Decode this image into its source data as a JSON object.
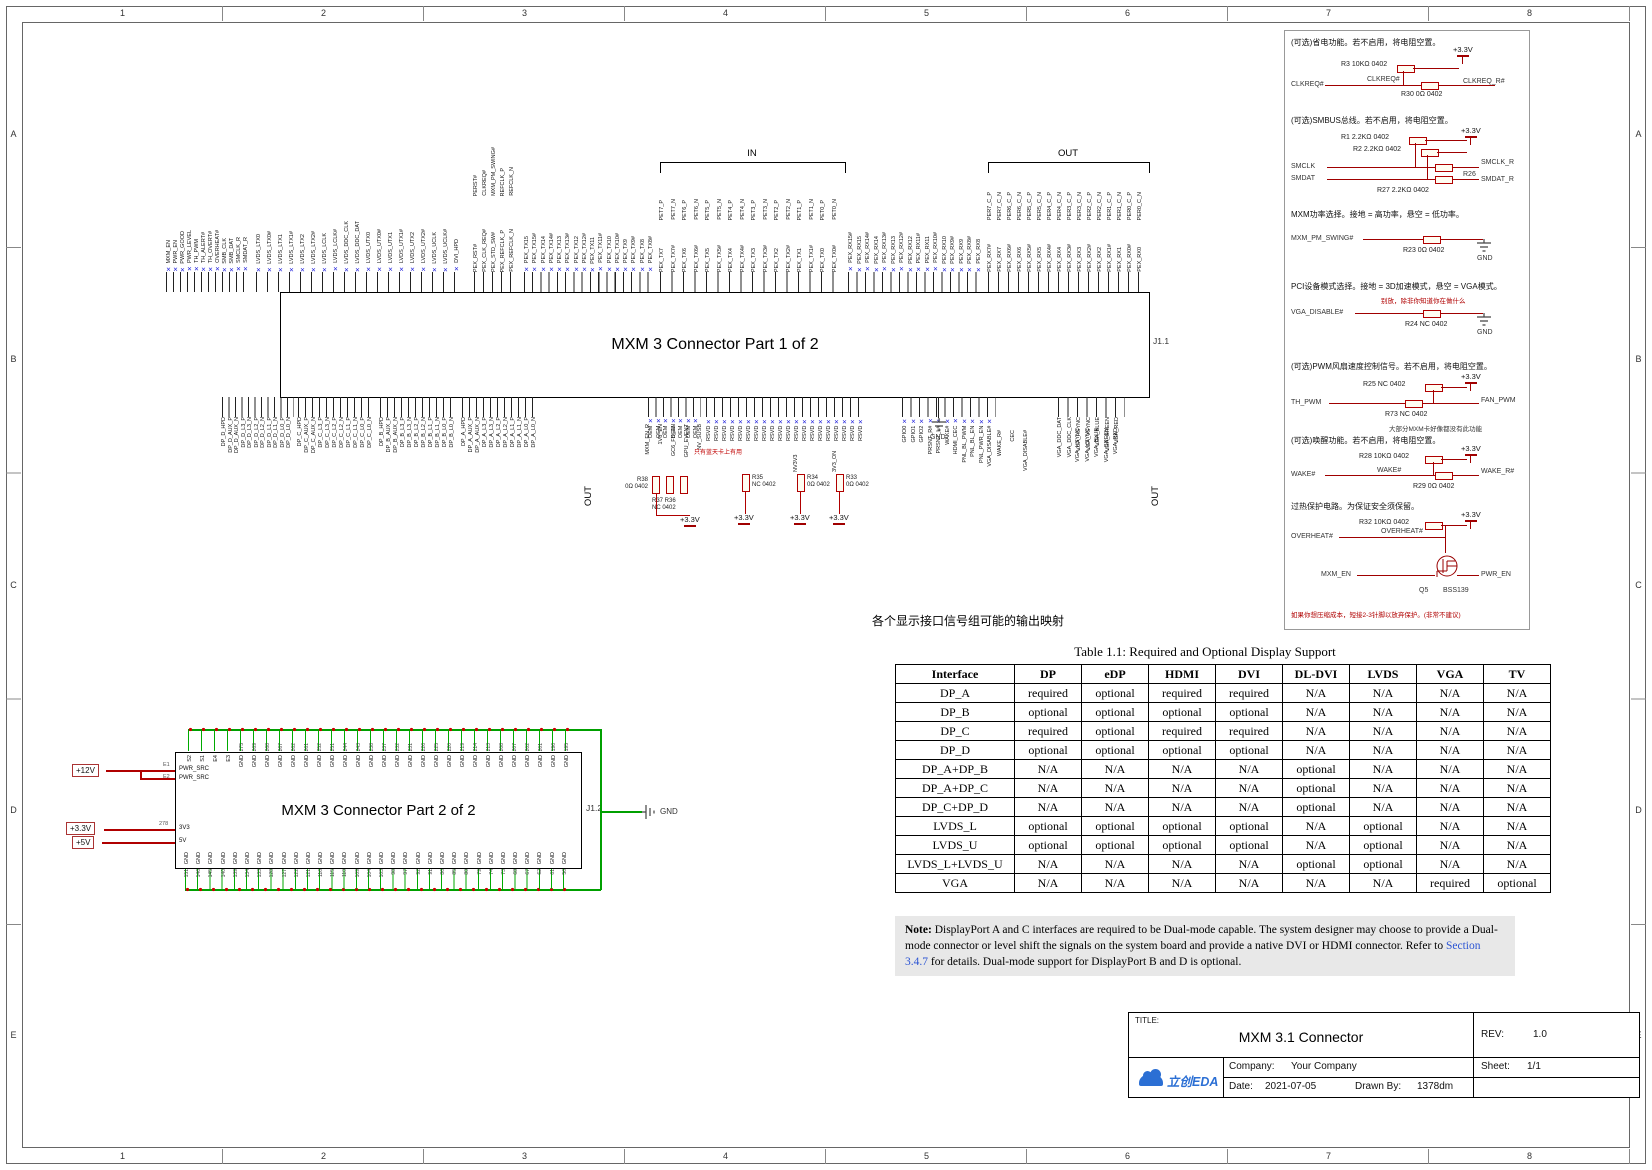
{
  "frame": {
    "cols": [
      "1",
      "2",
      "3",
      "4",
      "5",
      "6",
      "7",
      "8"
    ],
    "rows": [
      "A",
      "B",
      "C",
      "D",
      "E"
    ]
  },
  "connector1": {
    "title": "MXM 3 Connector Part 1 of 2",
    "refdes": "J1.1",
    "side_out_left": "OUT",
    "side_out_right": "OUT",
    "top_groups": [
      {
        "pins": [
          "MXM_EN",
          "PWR_EN",
          "PWR_GOOD",
          "PWR_LEVEL",
          "TH_PWM",
          "TH_ALERT#",
          "TH_OVERT#",
          "OVERHEAT#",
          "SMB_CLK",
          "SMB_DAT",
          "SMCLK_R",
          "SMDAT_R"
        ]
      },
      {
        "pins": [
          "LVDS_LTX0",
          "LVDS_LTX0#",
          "LVDS_LTX1",
          "LVDS_LTX1#",
          "LVDS_LTX2",
          "LVDS_LTX2#",
          "LVDS_LCLK",
          "LVDS_LCLK#",
          "LVDS_DDC_CLK",
          "LVDS_DDC_DAT",
          "LVDS_UTX0",
          "LVDS_UTX0#",
          "LVDS_UTX1",
          "LVDS_UTX1#",
          "LVDS_UTX2",
          "LVDS_UTX2#",
          "LVDS_UCLK",
          "LVDS_UCLK#",
          "DVI_HPD"
        ]
      },
      {
        "nets": [
          "PERST#",
          "CLKREQ#",
          "MXM_PM_SWING#",
          "REFCLK_P",
          "REFCLK_N"
        ],
        "pins": [
          "PEX_RST#",
          "PEX_CLK_REQ#",
          "PEX_STD_SW#",
          "PEX_REFCLK_P",
          "PEX_REFCLK_N"
        ]
      },
      {
        "pins": [
          "PEX_TX15",
          "PEX_TX15#",
          "PEX_TX14",
          "PEX_TX14#",
          "PEX_TX13",
          "PEX_TX13#",
          "PEX_TX12",
          "PEX_TX12#",
          "PEX_TX11",
          "PEX_TX11#",
          "PEX_TX10",
          "PEX_TX10#",
          "PEX_TX9",
          "PEX_TX9#",
          "PEX_TX8",
          "PEX_TX8#"
        ]
      },
      {
        "bracket": "IN",
        "pins": [
          "PET7_P",
          "PET7_N",
          "PET6_P",
          "PET6_N",
          "PET5_P",
          "PET5_N",
          "PET4_P",
          "PET4_N",
          "PET3_P",
          "PET3_N",
          "PET2_P",
          "PET2_N",
          "PET1_P",
          "PET1_N",
          "PET0_P",
          "PET0_N"
        ],
        "nets": [
          "PEX_TX7",
          "PEX_TX7#",
          "PEX_TX6",
          "PEX_TX6#",
          "PEX_TX5",
          "PEX_TX5#",
          "PEX_TX4",
          "PEX_TX4#",
          "PEX_TX3",
          "PEX_TX3#",
          "PEX_TX2",
          "PEX_TX2#",
          "PEX_TX1",
          "PEX_TX1#",
          "PEX_TX0",
          "PEX_TX0#"
        ]
      },
      {
        "pins": [
          "PEX_RX15#",
          "PEX_RX15",
          "PEX_RX14#",
          "PEX_RX14",
          "PEX_RX13#",
          "PEX_RX13",
          "PEX_RX12#",
          "PEX_RX12",
          "PEX_RX11#",
          "PEX_RX11",
          "PEX_RX10#",
          "PEX_RX10",
          "PEX_RX9#",
          "PEX_RX9",
          "PEX_RX8#",
          "PEX_RX8"
        ]
      },
      {
        "bracket": "OUT",
        "pins": [
          "PER7_C_P",
          "PER7_C_N",
          "PER6_C_P",
          "PER6_C_N",
          "PER5_C_P",
          "PER5_C_N",
          "PER4_C_P",
          "PER4_C_N",
          "PER3_C_P",
          "PER3_C_N",
          "PER2_C_P",
          "PER2_C_N",
          "PER1_C_P",
          "PER1_C_N",
          "PER0_C_P",
          "PER0_C_N"
        ],
        "nets": [
          "PEX_RX7#",
          "PEX_RX7",
          "PEX_RX6#",
          "PEX_RX6",
          "PEX_RX5#",
          "PEX_RX5",
          "PEX_RX4#",
          "PEX_RX4",
          "PEX_RX3#",
          "PEX_RX3",
          "PEX_RX2#",
          "PEX_RX2",
          "PEX_RX1#",
          "PEX_RX1",
          "PEX_RX0#",
          "PEX_RX0"
        ]
      }
    ],
    "bottom_groups": [
      {
        "pins": [
          "DP_D_HPD",
          "DP_D_AUX_P",
          "DP_D_AUX_N",
          "DP_D_L3_P",
          "DP_D_L3_N",
          "DP_D_L2_P",
          "DP_D_L2_N",
          "DP_D_L1_P",
          "DP_D_L1_N",
          "DP_D_L0_P",
          "DP_D_L0_N"
        ]
      },
      {
        "pins": [
          "DP_C_HPD",
          "DP_C_AUX_P",
          "DP_C_AUX_N",
          "DP_C_L3_P",
          "DP_C_L3_N",
          "DP_C_L2_P",
          "DP_C_L2_N",
          "DP_C_L1_P",
          "DP_C_L1_N",
          "DP_C_L0_P",
          "DP_C_L0_N"
        ]
      },
      {
        "pins": [
          "DP_B_HPD",
          "DP_B_AUX_P",
          "DP_B_AUX_N",
          "DP_B_L3_P",
          "DP_B_L3_N",
          "DP_B_L2_P",
          "DP_B_L2_N",
          "DP_B_L1_P",
          "DP_B_L1_N",
          "DP_B_L0_P",
          "DP_B_L0_N"
        ]
      },
      {
        "pins": [
          "DP_A_HPD",
          "DP_A_AUX_P",
          "DP_A_AUX_N",
          "DP_A_L3_P",
          "DP_A_L3_N",
          "DP_A_L2_P",
          "DP_A_L2_N",
          "DP_A_L1_P",
          "DP_A_L1_N",
          "DP_A_L0_P",
          "DP_A_L0_N"
        ]
      },
      {
        "pins": [
          "OEM",
          "OEM",
          "OEM",
          "OEM",
          "OEM",
          "OEM",
          "OEM"
        ]
      },
      {
        "pins": [
          "RSVD",
          "RSVD",
          "RSVD",
          "RSVD",
          "RSVD",
          "RSVD",
          "RSVD",
          "RSVD",
          "RSVD",
          "RSVD",
          "RSVD",
          "RSVD",
          "RSVD",
          "RSVD",
          "RSVD",
          "RSVD",
          "RSVD",
          "RSVD",
          "RSVD",
          "RSVD"
        ]
      },
      {
        "pins": [
          "GPIO0",
          "GPIO1",
          "GPIO2",
          "PRSNT_R#",
          "PRSNT_L#",
          "WAKE#",
          "HDMI_CEC",
          "PNL_BL_PWM",
          "PNL_BL_EN",
          "PNL_PWR_EN",
          "VGA_DISABLE#"
        ]
      },
      {
        "pins": [
          "VGA_DDC_DAT",
          "VGA_DDC_CLK",
          "VGA_HSYNC",
          "VGA_VSYNC",
          "VGA_BLUE",
          "VGA_GREEN",
          "VGA_RED"
        ]
      }
    ],
    "bottom_nets_misc": [
      "WAKE_R#",
      "CEC",
      "VGA_DISABLE#"
    ],
    "bottom_nets_vga": [
      "VGA_HSYNC",
      "VGA_VSYNC",
      "VGA_BLUE",
      "VGA_GREEN",
      "VGA_RED"
    ]
  },
  "mid": {
    "note": "只有蓝天卡上有用",
    "nets": [
      "MXM_EN_R",
      "1V8_EN",
      "GC6_FB_EN",
      "GPU_EVENT",
      "NV_SUSB"
    ],
    "r38_ref": "R38",
    "r38_val": "0Ω 0402",
    "r3736_ref": "R37 R36",
    "r3736_val": "NC 0402",
    "r35_ref": "R35",
    "r35_val": "NC 0402",
    "nv3v3": "NV3V3",
    "v3on": "3V3_ON",
    "r34_ref": "R34",
    "r34_val": "0Ω 0402",
    "r33_ref": "R33",
    "r33_val": "0Ω 0402",
    "p33": "+3.3V",
    "gnd": "GND"
  },
  "connector2": {
    "title": "MXM 3 Connector Part 2 of 2",
    "refdes": "J1.2",
    "gnd": "GND",
    "flags": [
      "+12V",
      "+3.3V",
      "+5V"
    ],
    "left_pins": [
      {
        "num": "E1",
        "name": "PWR_SRC"
      },
      {
        "num": "E2",
        "name": "PWR_SRC"
      },
      {
        "num": "278",
        "name": "3V3"
      },
      {
        "num": "",
        "name": "5V"
      }
    ],
    "top_labels": [
      "S2",
      "S1",
      "E4",
      "E3",
      "GND",
      "GND",
      "GND",
      "GND",
      "GND",
      "GND",
      "GND",
      "GND",
      "GND",
      "GND",
      "GND",
      "GND",
      "GND",
      "GND",
      "GND",
      "GND",
      "GND",
      "GND",
      "GND",
      "GND",
      "GND",
      "GND",
      "GND",
      "GND",
      "GND",
      "GND"
    ],
    "top_numbers": [
      "",
      "",
      "",
      "",
      "275",
      "269",
      "268",
      "267",
      "262",
      "261",
      "252",
      "251",
      "244",
      "243",
      "238",
      "237",
      "232",
      "231",
      "226",
      "225",
      "220",
      "219",
      "214",
      "213",
      "208",
      "207",
      "202",
      "201",
      "196",
      "195"
    ],
    "bottom_labels": [
      "GND",
      "GND",
      "GND",
      "GND",
      "GND",
      "GND",
      "GND",
      "GND",
      "GND",
      "GND",
      "GND",
      "GND",
      "GND",
      "GND",
      "GND",
      "GND",
      "GND",
      "GND",
      "GND",
      "GND",
      "GND",
      "GND",
      "GND",
      "GND",
      "GND",
      "GND",
      "GND",
      "GND",
      "GND",
      "GND",
      "GND",
      "GND"
    ],
    "bottom_numbers": [
      "151",
      "146",
      "145",
      "140",
      "139",
      "134",
      "133",
      "128",
      "127",
      "122",
      "121",
      "116",
      "115",
      "110",
      "109",
      "104",
      "103",
      "98",
      "97",
      "92",
      "91",
      "86",
      "85",
      "80",
      "79",
      "74",
      "73",
      "68",
      "67",
      "62",
      "61",
      "56"
    ]
  },
  "right_panel": {
    "circuits": [
      {
        "desc": "(可选)省电功能。若不启用，将电阻空置。",
        "power": "+3.3V",
        "pullup_ref": "R3",
        "pullup_val": "10KΩ 0402",
        "left": "CLKREQ#",
        "mid": "CLKREQ#",
        "right": "CLKREQ_R#",
        "series_ref": "R30",
        "series_val": "0Ω 0402"
      },
      {
        "desc": "(可选)SMBUS总线。若不启用，将电阻空置。",
        "power": "+3.3V",
        "r1_ref": "R1",
        "r1_val": "2.2KΩ 0402",
        "r2_ref": "R2",
        "r2_val": "2.2KΩ 0402",
        "r27_ref": "R27",
        "r27_val": "2.2KΩ 0402",
        "r26_ref": "R26",
        "left1": "SMCLK",
        "left2": "SMDAT",
        "right1": "SMCLK_R",
        "right2": "SMDAT_R"
      },
      {
        "desc": "MXM功率选择。接地 = 高功率，悬空 = 低功率。",
        "left": "MXM_PM_SWING#",
        "series_ref": "R23",
        "series_val": "0Ω 0402",
        "gnd": "GND"
      },
      {
        "desc": "PCI设备模式选择。接地 = 3D加速模式，悬空 = VGA模式。",
        "subnote": "别放，除非你知道你在做什么",
        "left": "VGA_DISABLE#",
        "series_ref": "R24",
        "series_val": "NC 0402",
        "gnd": "GND"
      },
      {
        "desc": "(可选)PWM风扇速度控制信号。若不启用，将电阻空置。",
        "power": "+3.3V",
        "pullup_ref": "R25",
        "pullup_val": "NC 0402",
        "left": "TH_PWM",
        "right": "FAN_PWM",
        "series_ref": "R73",
        "series_val": "NC 0402",
        "subnote": "大部分MXM卡好像都没有此功能"
      },
      {
        "desc": "(可选)唤醒功能。若不启用，将电阻空置。",
        "power": "+3.3V",
        "pullup_ref": "R28",
        "pullup_val": "10KΩ 0402",
        "left": "WAKE#",
        "mid": "WAKE#",
        "right": "WAKE_R#",
        "series_ref": "R29",
        "series_val": "0Ω 0402"
      },
      {
        "desc": "过热保护电路。为保证安全须保留。",
        "power": "+3.3V",
        "pullup_ref": "R32",
        "pullup_val": "10KΩ 0402",
        "left": "OVERHEAT#",
        "mid": "OVERHEAT#",
        "q_ref": "Q5",
        "q_part": "BSS139",
        "n1": "MXM_EN",
        "n2": "PWR_EN",
        "subnote": "如果你想压缩成本，短接2-3针脚以放弃保护。(非常不建议)"
      }
    ]
  },
  "table": {
    "caption_cn": "各个显示接口信号组可能的输出映射",
    "caption_en": "Table 1.1: Required and Optional Display Support",
    "columns": [
      "Interface",
      "DP",
      "eDP",
      "HDMI",
      "DVI",
      "DL-DVI",
      "LVDS",
      "VGA",
      "TV"
    ],
    "rows": [
      [
        "DP_A",
        "required",
        "optional",
        "required",
        "required",
        "N/A",
        "N/A",
        "N/A",
        "N/A"
      ],
      [
        "DP_B",
        "optional",
        "optional",
        "optional",
        "optional",
        "N/A",
        "N/A",
        "N/A",
        "N/A"
      ],
      [
        "DP_C",
        "required",
        "optional",
        "required",
        "required",
        "N/A",
        "N/A",
        "N/A",
        "N/A"
      ],
      [
        "DP_D",
        "optional",
        "optional",
        "optional",
        "optional",
        "N/A",
        "N/A",
        "N/A",
        "N/A"
      ],
      [
        "DP_A+DP_B",
        "N/A",
        "N/A",
        "N/A",
        "N/A",
        "optional",
        "N/A",
        "N/A",
        "N/A"
      ],
      [
        "DP_A+DP_C",
        "N/A",
        "N/A",
        "N/A",
        "N/A",
        "optional",
        "N/A",
        "N/A",
        "N/A"
      ],
      [
        "DP_C+DP_D",
        "N/A",
        "N/A",
        "N/A",
        "N/A",
        "optional",
        "N/A",
        "N/A",
        "N/A"
      ],
      [
        "LVDS_L",
        "optional",
        "optional",
        "optional",
        "optional",
        "N/A",
        "optional",
        "N/A",
        "N/A"
      ],
      [
        "LVDS_U",
        "optional",
        "optional",
        "optional",
        "optional",
        "N/A",
        "optional",
        "N/A",
        "N/A"
      ],
      [
        "LVDS_L+LVDS_U",
        "N/A",
        "N/A",
        "N/A",
        "N/A",
        "optional",
        "optional",
        "N/A",
        "N/A"
      ],
      [
        "VGA",
        "N/A",
        "N/A",
        "N/A",
        "N/A",
        "N/A",
        "N/A",
        "required",
        "optional"
      ]
    ]
  },
  "note": {
    "label": "Note:",
    "before_link": "DisplayPort A and C interfaces are required to be Dual-mode capable.  The system designer may choose to provide a Dual-mode connector or level shift the signals on the system board and provide a native DVI or HDMI connector.  Refer to ",
    "link": "Section 3.4.7",
    "after_link": " for details.  Dual-mode support for DisplayPort B and D is optional."
  },
  "titleblock": {
    "title_label": "TITLE:",
    "title": "MXM 3.1 Connector",
    "rev_label": "REV:",
    "rev": "1.0",
    "company_label": "Company:",
    "company": "Your Company",
    "sheet_label": "Sheet:",
    "sheet": "1/1",
    "date_label": "Date:",
    "date": "2021-07-05",
    "drawn_label": "Drawn By:",
    "drawn": "1378dm",
    "logo": "立创EDA"
  }
}
